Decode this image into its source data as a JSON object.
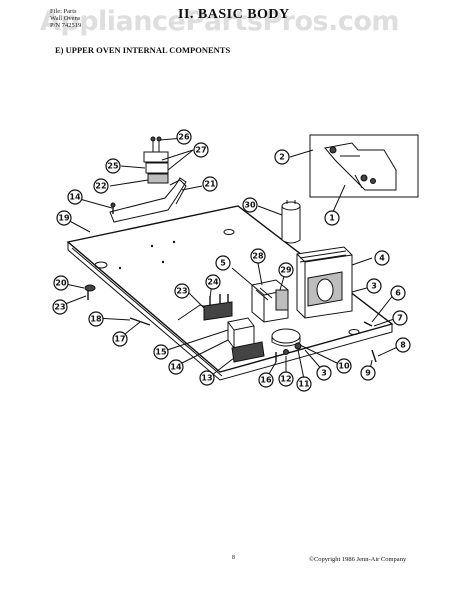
{
  "watermark": "AppliancePartsPros.com",
  "header": {
    "file_line": "File: Parts",
    "product_line": "Wall Ovens",
    "pn_line": "P/N 742519",
    "title": "II. BASIC BODY",
    "subtitle": "E) UPPER OVEN INTERNAL COMPONENTS"
  },
  "callouts": [
    "1",
    "2",
    "3",
    "3",
    "4",
    "5",
    "6",
    "7",
    "8",
    "9",
    "10",
    "11",
    "12",
    "13",
    "14",
    "14",
    "15",
    "16",
    "17",
    "18",
    "19",
    "20",
    "21",
    "22",
    "23",
    "23",
    "24",
    "25",
    "26",
    "27",
    "28",
    "29",
    "30"
  ],
  "footer": {
    "page_number": "8",
    "copyright": "©Copyright 1986 Jenn-Air Company"
  }
}
